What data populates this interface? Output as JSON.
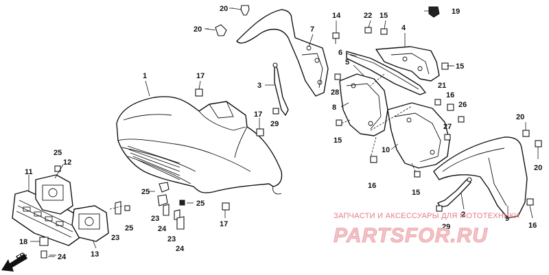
{
  "diagram": {
    "callouts": [
      "1",
      "2",
      "3",
      "4",
      "5",
      "6",
      "7",
      "8",
      "9",
      "10",
      "11",
      "12",
      "13",
      "14",
      "15",
      "16",
      "17",
      "18",
      "19",
      "20",
      "21",
      "22",
      "23",
      "24",
      "25",
      "26",
      "27",
      "28",
      "29"
    ],
    "direction_label": "FR.",
    "watermark": {
      "caption": "ЗАПЧАСТИ И АКСЕССУАРЫ ДЛЯ МОТОТЕХНИКИ",
      "logo": "PARTSFOR.RU"
    }
  }
}
